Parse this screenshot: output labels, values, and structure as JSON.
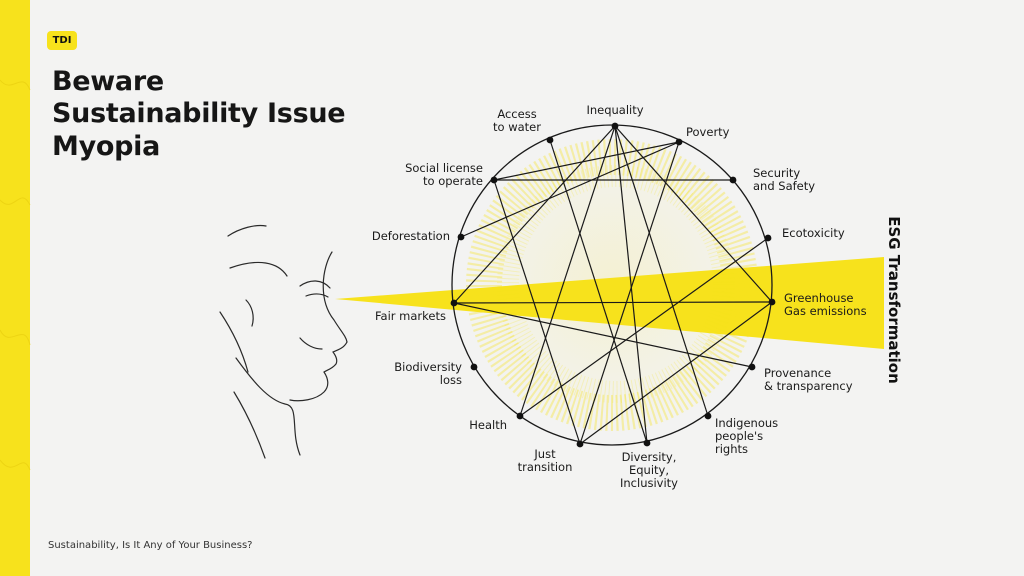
{
  "logo": "TDI",
  "title_lines": [
    "Beware",
    "Sustainability Issue",
    "Myopia"
  ],
  "footer": "Sustainability, Is It Any of Your Business?",
  "side_title": "ESG Transformation",
  "colors": {
    "accent": "#f7e21c",
    "ink": "#1a1a1a",
    "background": "#f3f3f2"
  },
  "nodes": [
    {
      "id": "inequality",
      "lines": [
        "Inequality"
      ]
    },
    {
      "id": "poverty",
      "lines": [
        "Poverty"
      ]
    },
    {
      "id": "security",
      "lines": [
        "Security",
        "and Safety"
      ]
    },
    {
      "id": "ecotoxicity",
      "lines": [
        "Ecotoxicity"
      ]
    },
    {
      "id": "ghg",
      "lines": [
        "Greenhouse",
        "Gas emissions"
      ]
    },
    {
      "id": "provenance",
      "lines": [
        "Provenance",
        "& transparency"
      ]
    },
    {
      "id": "indigenous",
      "lines": [
        "Indigenous",
        "people's",
        "rights"
      ]
    },
    {
      "id": "dei",
      "lines": [
        "Diversity,",
        "Equity,",
        "Inclusivity"
      ]
    },
    {
      "id": "just",
      "lines": [
        "Just",
        "transition"
      ]
    },
    {
      "id": "health",
      "lines": [
        "Health"
      ]
    },
    {
      "id": "biodiversity",
      "lines": [
        "Biodiversity",
        "loss"
      ]
    },
    {
      "id": "fair",
      "lines": [
        "Fair markets"
      ]
    },
    {
      "id": "deforestation",
      "lines": [
        "Deforestation"
      ]
    },
    {
      "id": "social",
      "lines": [
        "Social license",
        "to operate"
      ]
    },
    {
      "id": "water",
      "lines": [
        "Access",
        "to water"
      ]
    }
  ],
  "links": [
    [
      "social",
      "poverty"
    ],
    [
      "social",
      "security"
    ],
    [
      "social",
      "just"
    ],
    [
      "deforestation",
      "poverty"
    ],
    [
      "fair",
      "inequality"
    ],
    [
      "fair",
      "ghg"
    ],
    [
      "fair",
      "provenance"
    ],
    [
      "inequality",
      "dei"
    ],
    [
      "inequality",
      "indigenous"
    ],
    [
      "inequality",
      "ghg"
    ],
    [
      "inequality",
      "health"
    ],
    [
      "poverty",
      "just"
    ],
    [
      "ecotoxicity",
      "health"
    ],
    [
      "ghg",
      "just"
    ],
    [
      "water",
      "dei"
    ]
  ]
}
